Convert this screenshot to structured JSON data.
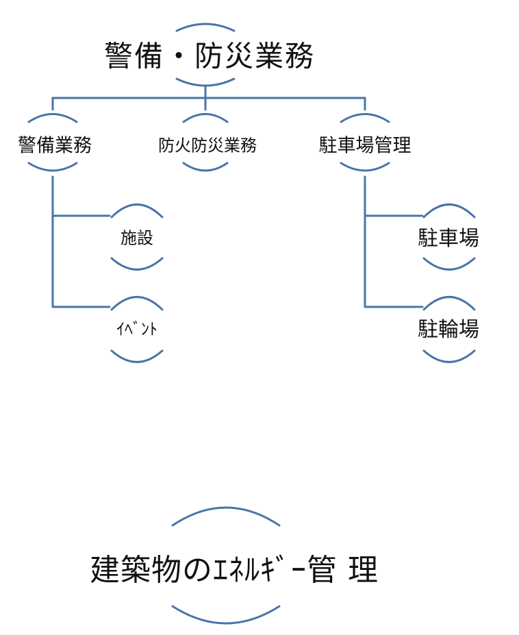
{
  "diagram": {
    "root": {
      "label": "警備・防災業務"
    },
    "branches": [
      {
        "label": "警備業務",
        "children": [
          {
            "label": "施設"
          },
          {
            "label": "ｲﾍﾞﾝﾄ"
          }
        ]
      },
      {
        "label": "防火防災業務",
        "children": []
      },
      {
        "label": "駐車場管理",
        "children": [
          {
            "label": "駐車場"
          },
          {
            "label": "駐輪場"
          }
        ]
      }
    ],
    "bottom_node": {
      "label": "建築物のｴﾈﾙｷﾞｰ管 理"
    },
    "line_color": "#4a74a8"
  }
}
